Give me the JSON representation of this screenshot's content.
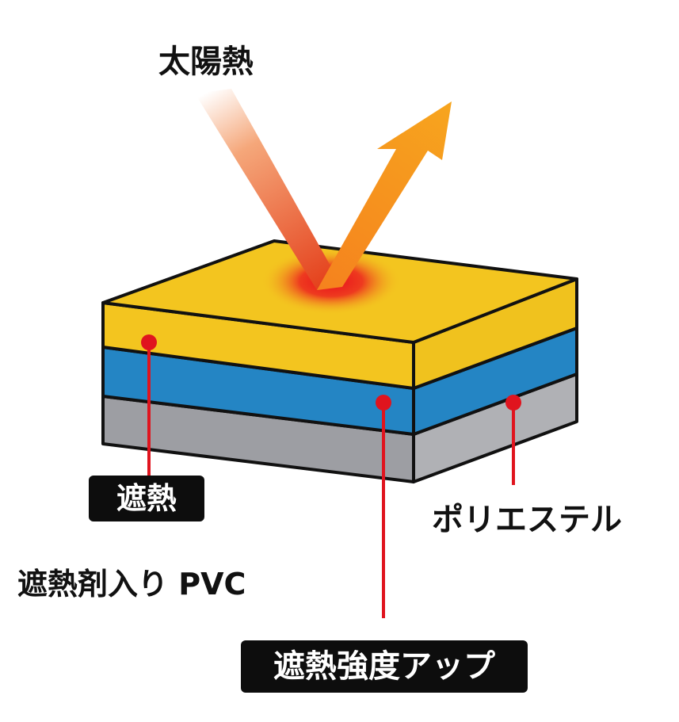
{
  "title": "太陽熱",
  "labels": {
    "heat_shield_badge": "遮熱",
    "pvc_label": "遮熱剤入り PVC",
    "polyester_label": "ポリエステル",
    "strength_badge": "遮熱強度アップ"
  },
  "colors": {
    "top_layer": "#f3c51f",
    "top_layer_side": "#f0c21e",
    "middle_layer": "#2485c4",
    "bottom_layer": "#9d9ea3",
    "bottom_layer_side": "#b0b1b5",
    "incoming_arrow": "#e8541c",
    "reflected_arrow": "#f39a1e",
    "pointer": "#e0141e",
    "outline": "#111111",
    "badge_background": "#0d0d0d"
  },
  "icons": {
    "incoming": "incoming-heat-arrow",
    "reflected": "reflected-heat-arrow"
  }
}
